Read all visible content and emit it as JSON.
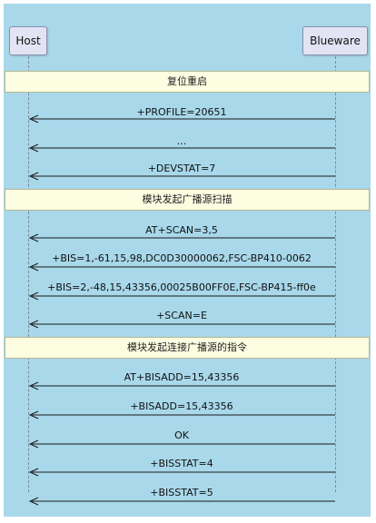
{
  "participants": {
    "host": "Host",
    "blueware": "Blueware"
  },
  "notes": [
    "复位重启",
    "模块发起广播源扫描",
    "模块发起连接广播源的指令"
  ],
  "messages": [
    "+PROFILE=20651",
    "...",
    "+DEVSTAT=7",
    "AT+SCAN=3,5",
    "+BIS=1,-61,15,98,DC0D30000062,FSC-BP410-0062",
    "+BIS=2,-48,15,43356,00025B00FF0E,FSC-BP415-ff0e",
    "+SCAN=E",
    "AT+BISADD=15,43356",
    "+BISADD=15,43356",
    "OK",
    "+BISSTAT=4",
    "+BISSTAT=5"
  ],
  "colors": {
    "background": "#a8d8ea",
    "note": "#fdfde2",
    "participant": "#e2e4f3",
    "arrow": "#1a1a1a"
  }
}
